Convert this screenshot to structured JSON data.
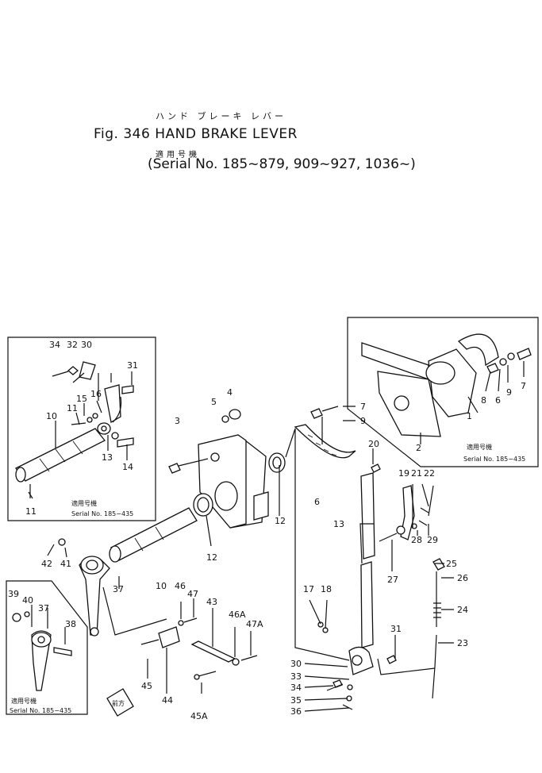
{
  "header": {
    "jp_title": "ハンド ブレーキ レバー",
    "fig_title": "Fig. 346 HAND BRAKE LEVER",
    "jp_serial": "適用号機",
    "serial_range": "(Serial No. 185~879, 909~927, 1036~)"
  },
  "insets": {
    "left_top": {
      "jp": "適用号機",
      "serial": "Serial No. 185−435"
    },
    "right_top": {
      "jp": "適用号機",
      "serial": "Serial No. 185−435"
    },
    "left_bottom": {
      "jp": "適用号機",
      "serial": "Serial No. 185−435"
    }
  },
  "callouts": [
    "1",
    "2",
    "3",
    "4",
    "5",
    "6",
    "7",
    "8",
    "9",
    "10",
    "11",
    "12",
    "13",
    "14",
    "15",
    "16",
    "17",
    "18",
    "19",
    "20",
    "21",
    "22",
    "23",
    "24",
    "25",
    "26",
    "27",
    "28",
    "29",
    "30",
    "31",
    "32",
    "33",
    "34",
    "35",
    "36",
    "37",
    "38",
    "39",
    "40",
    "41",
    "42",
    "43",
    "44",
    "45",
    "45A",
    "46",
    "46A",
    "47",
    "47A"
  ],
  "arrow_tag": "前方"
}
